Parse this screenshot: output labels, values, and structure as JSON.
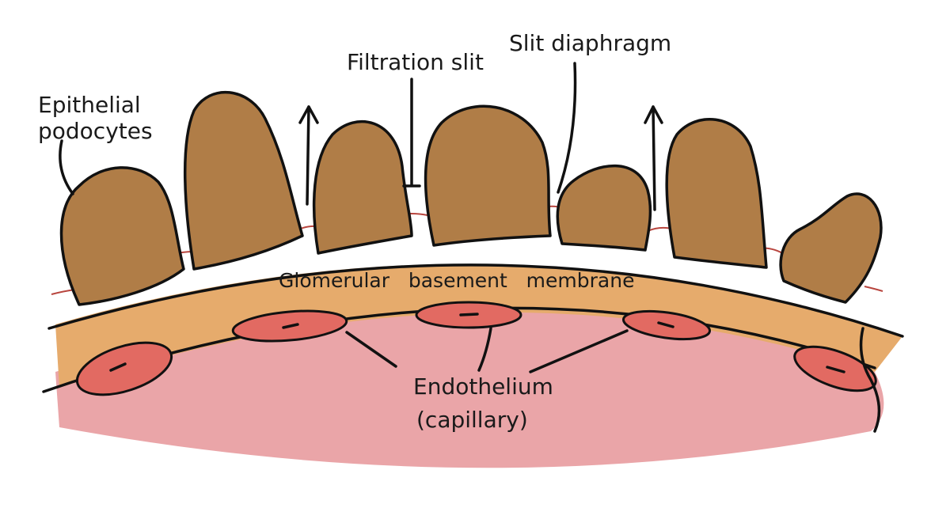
{
  "labels": {
    "podocytes_line1": "Epithelial",
    "podocytes_line2": "podocytes",
    "filtration_slit": "Filtration slit",
    "slit_diaphragm": "Slit diaphragm",
    "gbm": "Glomerular   basement   membrane",
    "endothelium_line1": "Endothelium",
    "endothelium_line2": "(capillary)"
  },
  "colors": {
    "podocyte": "#b07d47",
    "basement_membrane": "#e6ab6c",
    "capillary": "#eaa5a8",
    "endothelial_cell": "#e26a62",
    "slit_diaphragm": "#b8453e",
    "outline": "#111111"
  }
}
